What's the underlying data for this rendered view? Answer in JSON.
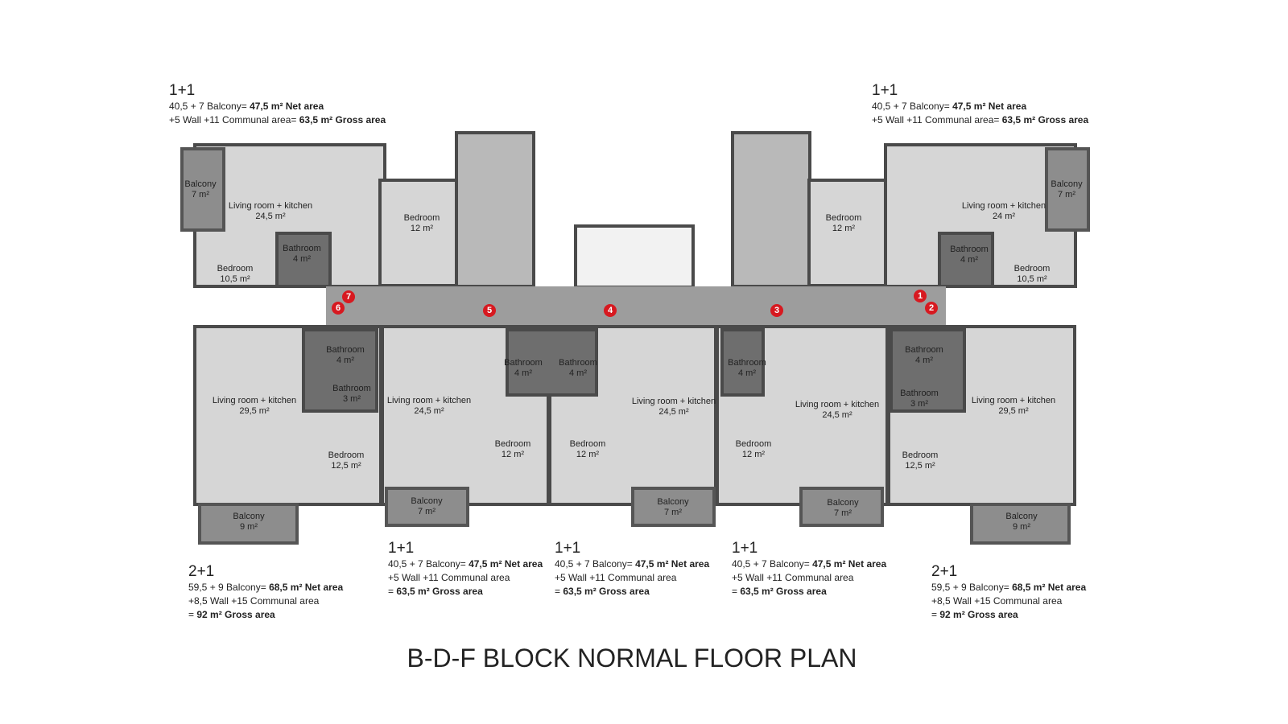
{
  "title": "B-D-F BLOCK NORMAL FLOOR PLAN",
  "units": [
    {
      "type": "1+1",
      "l1": "40,5 + 7 Balcony= ",
      "l1b": "47,5 m² Net area",
      "l2": "+5 Wall +11 Communal area= ",
      "l2b": "63,5 m² Gross area"
    },
    {
      "type": "1+1",
      "l1": "40,5 + 7 Balcony= ",
      "l1b": "47,5 m² Net area",
      "l2": "+5 Wall +11 Communal area= ",
      "l2b": "63,5 m² Gross area"
    },
    {
      "type": "2+1",
      "l1": "59,5 + 9 Balcony= ",
      "l1b": "68,5 m² Net area",
      "l2": "+8,5 Wall +15 Communal area",
      "l3": "= ",
      "l3b": "92 m² Gross area"
    },
    {
      "type": "1+1",
      "l1": "40,5 + 7 Balcony= ",
      "l1b": "47,5 m² Net area",
      "l2": "+5 Wall +11 Communal area",
      "l3": "= ",
      "l3b": "63,5 m² Gross area"
    },
    {
      "type": "1+1",
      "l1": "40,5 + 7 Balcony= ",
      "l1b": "47,5 m² Net area",
      "l2": "+5 Wall +11 Communal area",
      "l3": "= ",
      "l3b": "63,5 m² Gross area"
    },
    {
      "type": "1+1",
      "l1": "40,5 + 7 Balcony= ",
      "l1b": "47,5 m² Net area",
      "l2": "+5 Wall +11 Communal area",
      "l3": "= ",
      "l3b": "63,5 m² Gross area"
    },
    {
      "type": "2+1",
      "l1": "59,5 + 9 Balcony= ",
      "l1b": "68,5 m² Net area",
      "l2": "+8,5 Wall +15 Communal area",
      "l3": "= ",
      "l3b": "92 m² Gross area"
    }
  ],
  "rooms": [
    {
      "n": "Balcony",
      "a": "7 m²"
    },
    {
      "n": "Living room + kitchen",
      "a": "24,5 m²"
    },
    {
      "n": "Bedroom",
      "a": "10,5 m²"
    },
    {
      "n": "Bathroom",
      "a": "4 m²"
    },
    {
      "n": "Bedroom",
      "a": "12 m²"
    },
    {
      "n": "Bedroom",
      "a": "12 m²"
    },
    {
      "n": "Living room + kitchen",
      "a": "24 m²"
    },
    {
      "n": "Balcony",
      "a": "7 m²"
    },
    {
      "n": "Bathroom",
      "a": "4 m²"
    },
    {
      "n": "Bedroom",
      "a": "10,5 m²"
    },
    {
      "n": "Bathroom",
      "a": "4 m²"
    },
    {
      "n": "Bathroom",
      "a": "3 m²"
    },
    {
      "n": "Living room + kitchen",
      "a": "29,5 m²"
    },
    {
      "n": "Bedroom",
      "a": "12,5 m²"
    },
    {
      "n": "Balcony",
      "a": "9 m²"
    },
    {
      "n": "Living room + kitchen",
      "a": "24,5 m²"
    },
    {
      "n": "Bedroom",
      "a": "12 m²"
    },
    {
      "n": "Balcony",
      "a": "7 m²"
    },
    {
      "n": "Bathroom",
      "a": "4 m²"
    },
    {
      "n": "Bathroom",
      "a": "4 m²"
    },
    {
      "n": "Bedroom",
      "a": "12 m²"
    },
    {
      "n": "Living room + kitchen",
      "a": "24,5 m²"
    },
    {
      "n": "Balcony",
      "a": "7 m²"
    },
    {
      "n": "Bathroom",
      "a": "4 m²"
    },
    {
      "n": "Bedroom",
      "a": "12 m²"
    },
    {
      "n": "Living room + kitchen",
      "a": "24,5 m²"
    },
    {
      "n": "Balcony",
      "a": "7 m²"
    },
    {
      "n": "Bathroom",
      "a": "4 m²"
    },
    {
      "n": "Bathroom",
      "a": "3 m²"
    },
    {
      "n": "Living room + kitchen",
      "a": "29,5 m²"
    },
    {
      "n": "Bedroom",
      "a": "12,5 m²"
    },
    {
      "n": "Balcony",
      "a": "9 m²"
    }
  ],
  "markers": [
    "1",
    "2",
    "3",
    "4",
    "5",
    "6",
    "7"
  ],
  "accent": "#d71920"
}
